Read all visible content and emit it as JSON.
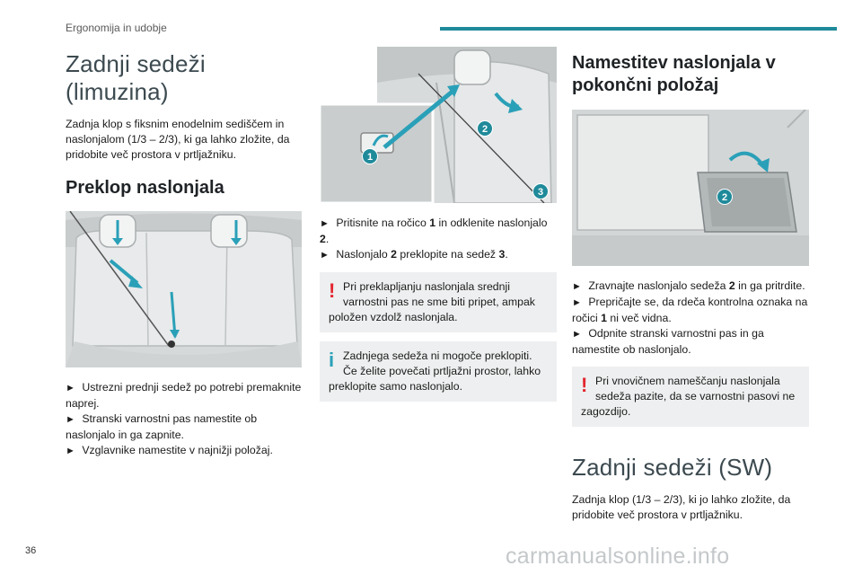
{
  "header": {
    "section": "Ergonomija in udobje"
  },
  "col1": {
    "title": "Zadnji sedeži (limuzina)",
    "intro": "Zadnja klop s fiksnim enodelnim sediščem in naslonjalom (1/3 – 2/3), ki ga lahko zložite, da pridobite več prostora v prtljažniku.",
    "subtitle": "Preklop naslonjala",
    "bullets": [
      "Ustrezni prednji sedež po potrebi premaknite naprej.",
      "Stranski varnostni pas namestite ob naslonjalo in ga zapnite.",
      "Vzglavnike namestite v najnižji položaj."
    ]
  },
  "col2": {
    "bullets": [
      {
        "pre": "Pritisnite na ročico ",
        "b1": "1",
        "mid": " in odklenite naslonjalo ",
        "b2": "2",
        "post": "."
      },
      {
        "pre": "Naslonjalo ",
        "b1": "2",
        "mid": " preklopite na sedež ",
        "b2": "3",
        "post": "."
      }
    ],
    "warning": {
      "line1": "Pri preklapljanju naslonjala srednji",
      "rest": "varnostni pas ne sme biti pripet, ampak položen vzdolž naslonjala."
    },
    "info": {
      "line1": "Zadnjega sedeža ni mogoče preklopiti.",
      "rest": "Če želite povečati prtljažni prostor, lahko preklopite samo naslonjalo."
    },
    "figure_labels": [
      "1",
      "2",
      "3"
    ]
  },
  "col3": {
    "subtitle": "Namestitev naslonjala v pokončni položaj",
    "figure_labels": [
      "2"
    ],
    "bullets": [
      {
        "pre": "Zravnajte naslonjalo sedeža ",
        "b": "2",
        "post": " in ga pritrdite."
      },
      {
        "pre": "Prepričajte se, da rdeča kontrolna oznaka na ročici ",
        "b": "1",
        "post": " ni več vidna."
      },
      {
        "pre": "Odpnite stranski varnostni pas in ga namestite ob naslonjalo.",
        "b": "",
        "post": ""
      }
    ],
    "warning": {
      "line1": "Pri vnovičnem nameščanju naslonjala",
      "rest": "sedeža pazite, da se varnostni pasovi ne zagozdijo."
    },
    "title2": "Zadnji sedeži (SW)",
    "intro2": "Zadnja klop (1/3 – 2/3), ki jo lahko zložite, da pridobite več prostora v prtljažniku."
  },
  "footer": {
    "page_number": "36",
    "watermark": "carmanualsonline.info"
  },
  "bullet_arrow": "►",
  "warning_mark": "!",
  "info_mark": "i"
}
